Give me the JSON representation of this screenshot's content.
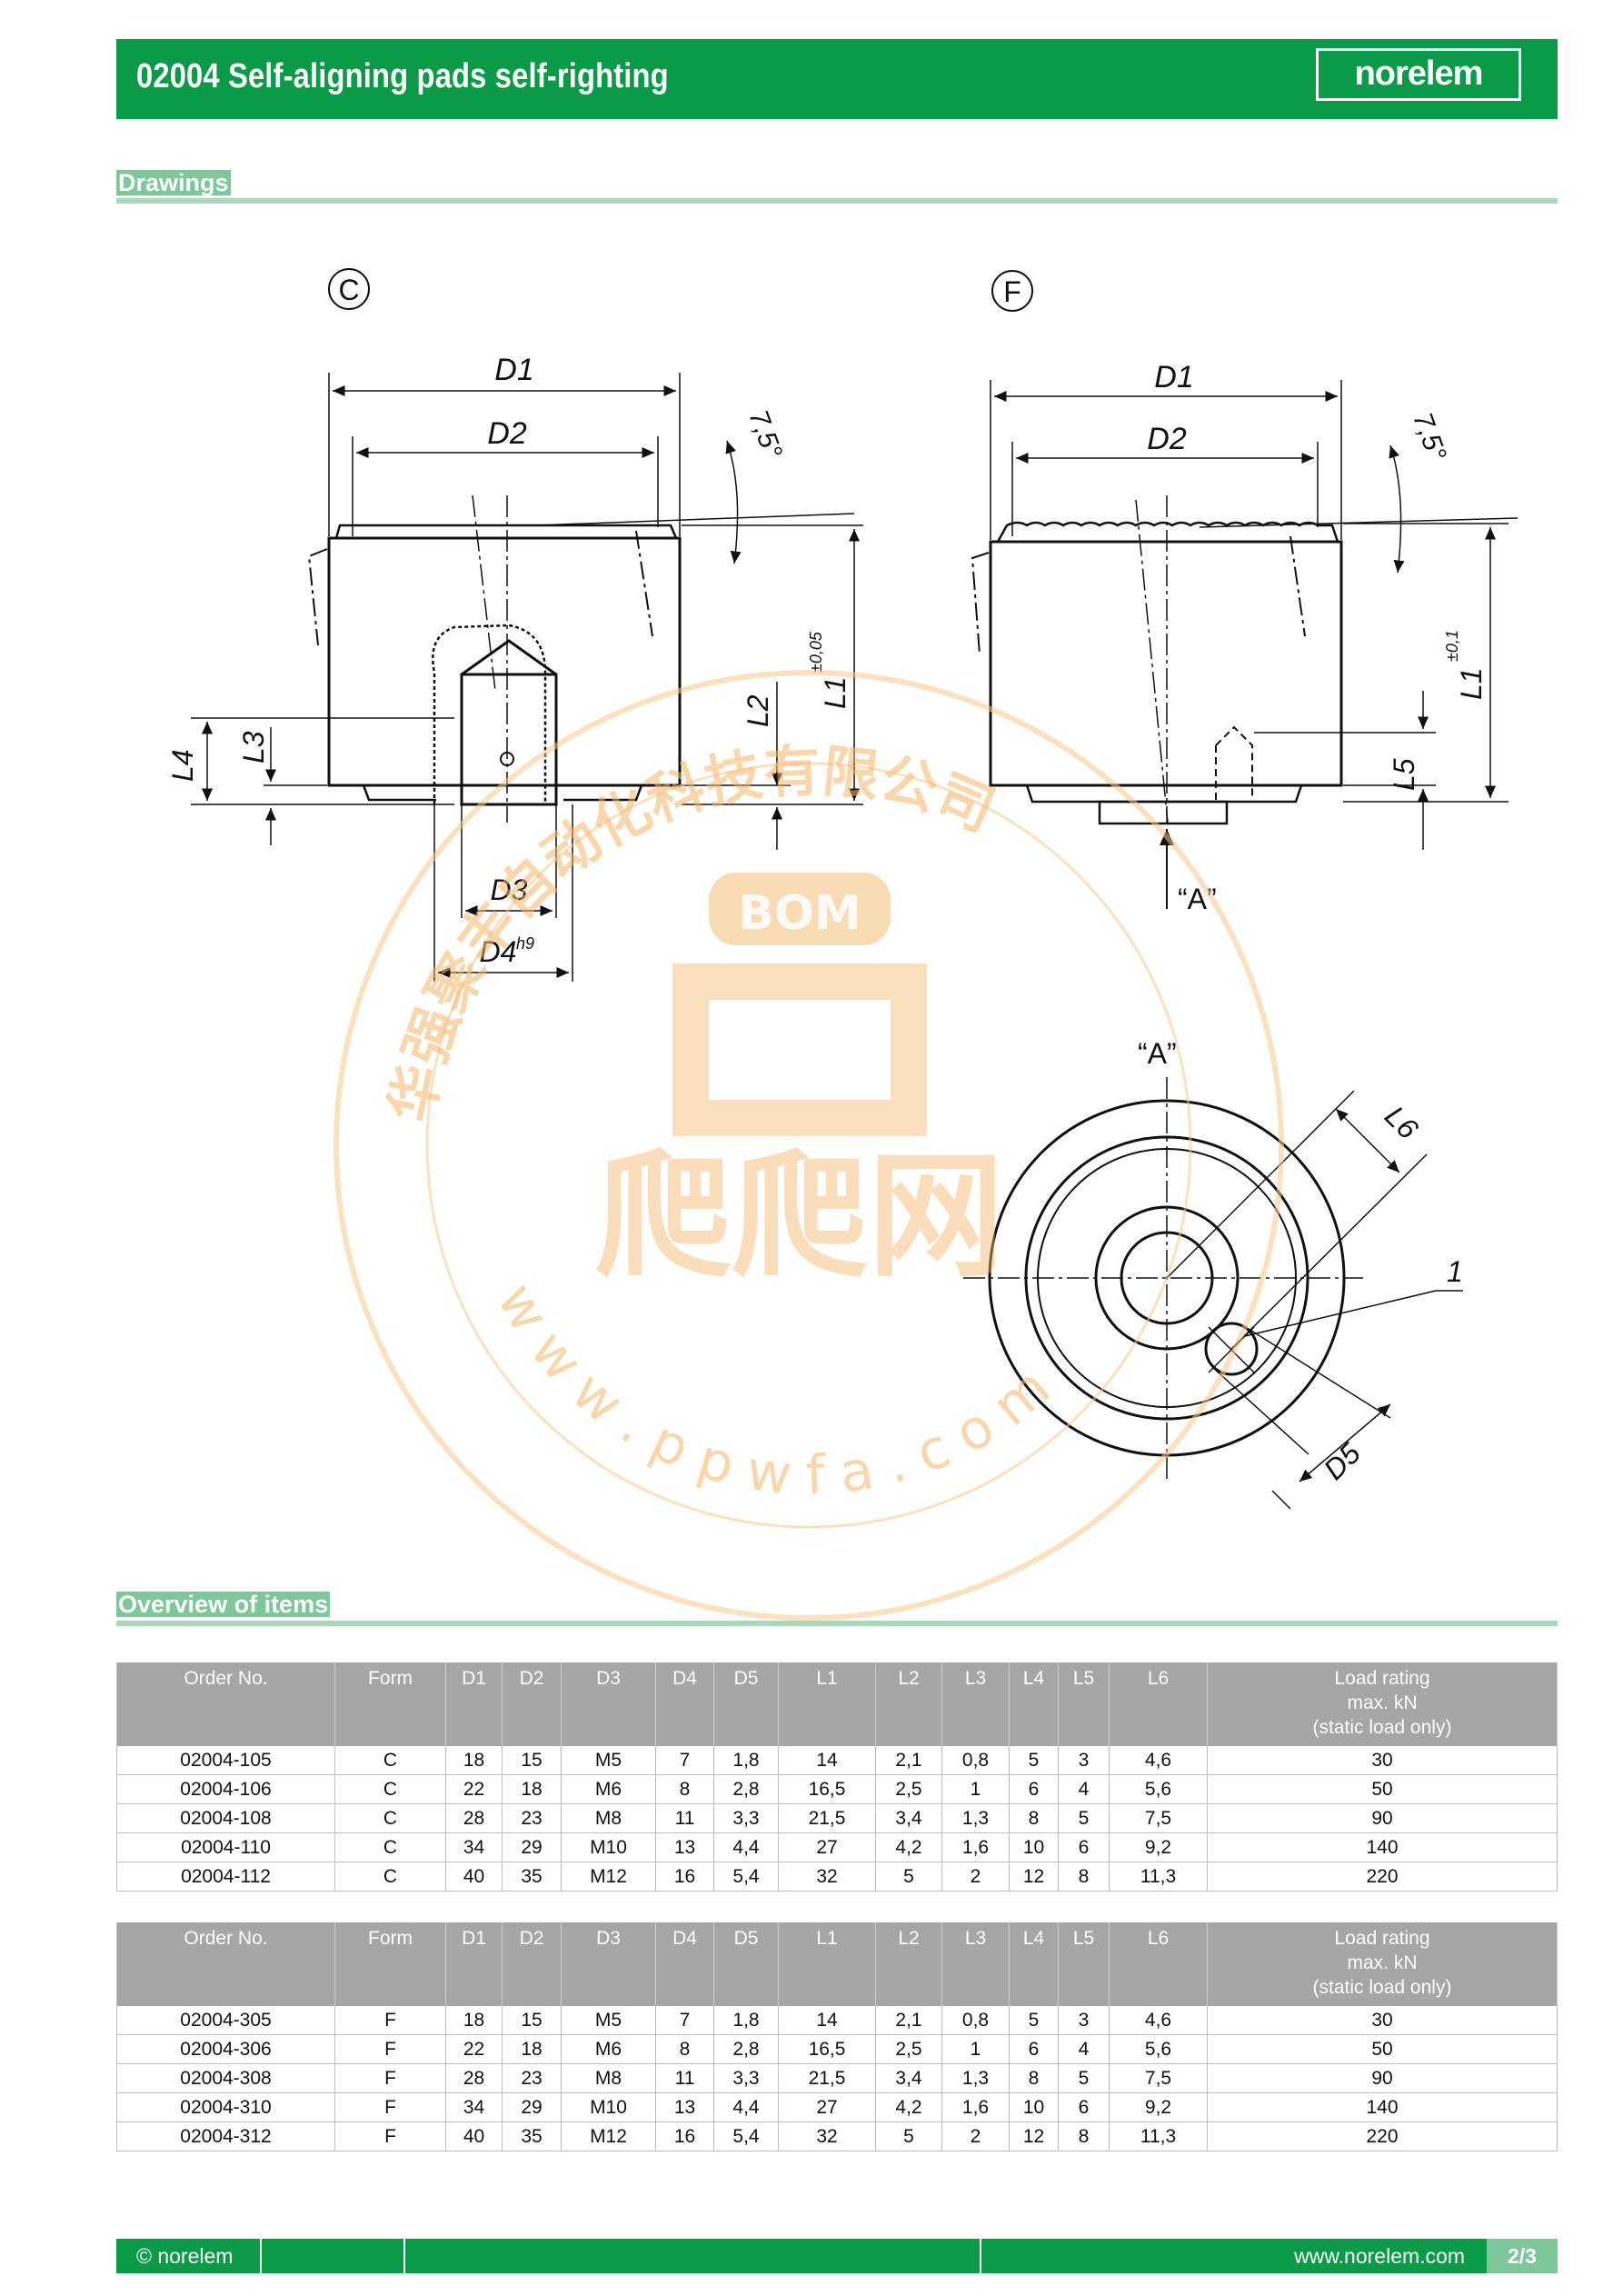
{
  "header": {
    "title": "02004 Self-aligning pads self-righting",
    "logo": "norelem"
  },
  "sections": {
    "drawings": "Drawings",
    "overview": "Overview of items"
  },
  "drawing_labels": {
    "form_c": "C",
    "form_f": "F",
    "d1": "D1",
    "d2": "D2",
    "d3": "D3",
    "d4": "D4",
    "d4_tol": "h9",
    "d5": "D5",
    "l1": "L1",
    "l1_tol_c": "±0,05",
    "l1_tol_f": "±0,1",
    "l2": "L2",
    "l3": "L3",
    "l4": "L4",
    "l5": "L5",
    "l6": "L6",
    "angle": "7,5°",
    "view_a": "“A”",
    "callout_1": "1"
  },
  "table_headers": [
    "Order No.",
    "Form",
    "D1",
    "D2",
    "D3",
    "D4",
    "D5",
    "L1",
    "L2",
    "L3",
    "L4",
    "L5",
    "L6",
    "Load rating max. kN (static load only)"
  ],
  "table_c": [
    [
      "02004-105",
      "C",
      "18",
      "15",
      "M5",
      "7",
      "1,8",
      "14",
      "2,1",
      "0,8",
      "5",
      "3",
      "4,6",
      "30"
    ],
    [
      "02004-106",
      "C",
      "22",
      "18",
      "M6",
      "8",
      "2,8",
      "16,5",
      "2,5",
      "1",
      "6",
      "4",
      "5,6",
      "50"
    ],
    [
      "02004-108",
      "C",
      "28",
      "23",
      "M8",
      "11",
      "3,3",
      "21,5",
      "3,4",
      "1,3",
      "8",
      "5",
      "7,5",
      "90"
    ],
    [
      "02004-110",
      "C",
      "34",
      "29",
      "M10",
      "13",
      "4,4",
      "27",
      "4,2",
      "1,6",
      "10",
      "6",
      "9,2",
      "140"
    ],
    [
      "02004-112",
      "C",
      "40",
      "35",
      "M12",
      "16",
      "5,4",
      "32",
      "5",
      "2",
      "12",
      "8",
      "11,3",
      "220"
    ]
  ],
  "table_f": [
    [
      "02004-305",
      "F",
      "18",
      "15",
      "M5",
      "7",
      "1,8",
      "14",
      "2,1",
      "0,8",
      "5",
      "3",
      "4,6",
      "30"
    ],
    [
      "02004-306",
      "F",
      "22",
      "18",
      "M6",
      "8",
      "2,8",
      "16,5",
      "2,5",
      "1",
      "6",
      "4",
      "5,6",
      "50"
    ],
    [
      "02004-308",
      "F",
      "28",
      "23",
      "M8",
      "11",
      "3,3",
      "21,5",
      "3,4",
      "1,3",
      "8",
      "5",
      "7,5",
      "90"
    ],
    [
      "02004-310",
      "F",
      "34",
      "29",
      "M10",
      "13",
      "4,4",
      "27",
      "4,2",
      "1,6",
      "10",
      "6",
      "9,2",
      "140"
    ],
    [
      "02004-312",
      "F",
      "40",
      "35",
      "M12",
      "16",
      "5,4",
      "32",
      "5",
      "2",
      "12",
      "8",
      "11,3",
      "220"
    ]
  ],
  "watermark": {
    "company": "华强聚丰自动化科技有限公司",
    "brand": "BOM",
    "name": "爬爬网",
    "url": "w w w . p p w f a . c o m"
  },
  "footer": {
    "copyright": "© norelem",
    "website": "www.norelem.com",
    "page": "2/3"
  }
}
